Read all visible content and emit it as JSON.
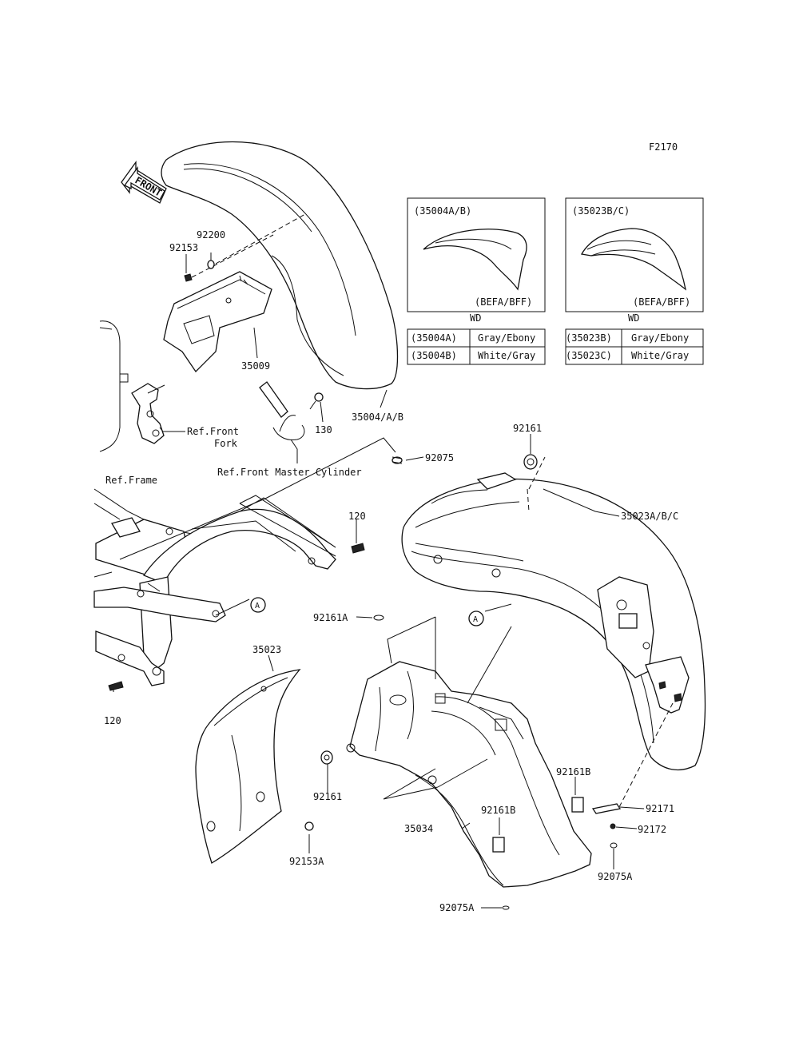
{
  "figure_code": "F2170",
  "front_arrow_label": "FRONT",
  "callouts": {
    "p92200": "92200",
    "p92153": "92153",
    "p35009": "35009",
    "p130": "130",
    "p35004": "35004/A/B",
    "ref_front_fork_1": "Ref.Front",
    "ref_front_fork_2": "Fork",
    "ref_front_master": "Ref.Front Master Cylinder",
    "ref_frame": "Ref.Frame",
    "p92075_top": "92075",
    "p92161_top": "92161",
    "p35023abc": "35023A/B/C",
    "p120_top": "120",
    "p120_bottom": "120",
    "marker_a1": "A",
    "marker_a2": "A",
    "p35023": "35023",
    "p92161A": "92161A",
    "p92161_left": "92161",
    "p92153A": "92153A",
    "p92161B_right": "92161B",
    "p92161B_center": "92161B",
    "p92171": "92171",
    "p92172": "92172",
    "p35034": "35034",
    "p92075A_right": "92075A",
    "p92075A_bottom": "92075A"
  },
  "inset_left": {
    "header": "(35004A/B)",
    "variant_note": "(BEFA/BFF)",
    "caption": "WD",
    "rows": [
      {
        "part": "(35004A)",
        "color": "Gray/Ebony"
      },
      {
        "part": "(35004B)",
        "color": "White/Gray"
      }
    ]
  },
  "inset_right": {
    "header": "(35023B/C)",
    "variant_note": "(BEFA/BFF)",
    "caption": "WD",
    "rows": [
      {
        "part": "(35023B)",
        "color": "Gray/Ebony"
      },
      {
        "part": "(35023C)",
        "color": "White/Gray"
      }
    ]
  }
}
